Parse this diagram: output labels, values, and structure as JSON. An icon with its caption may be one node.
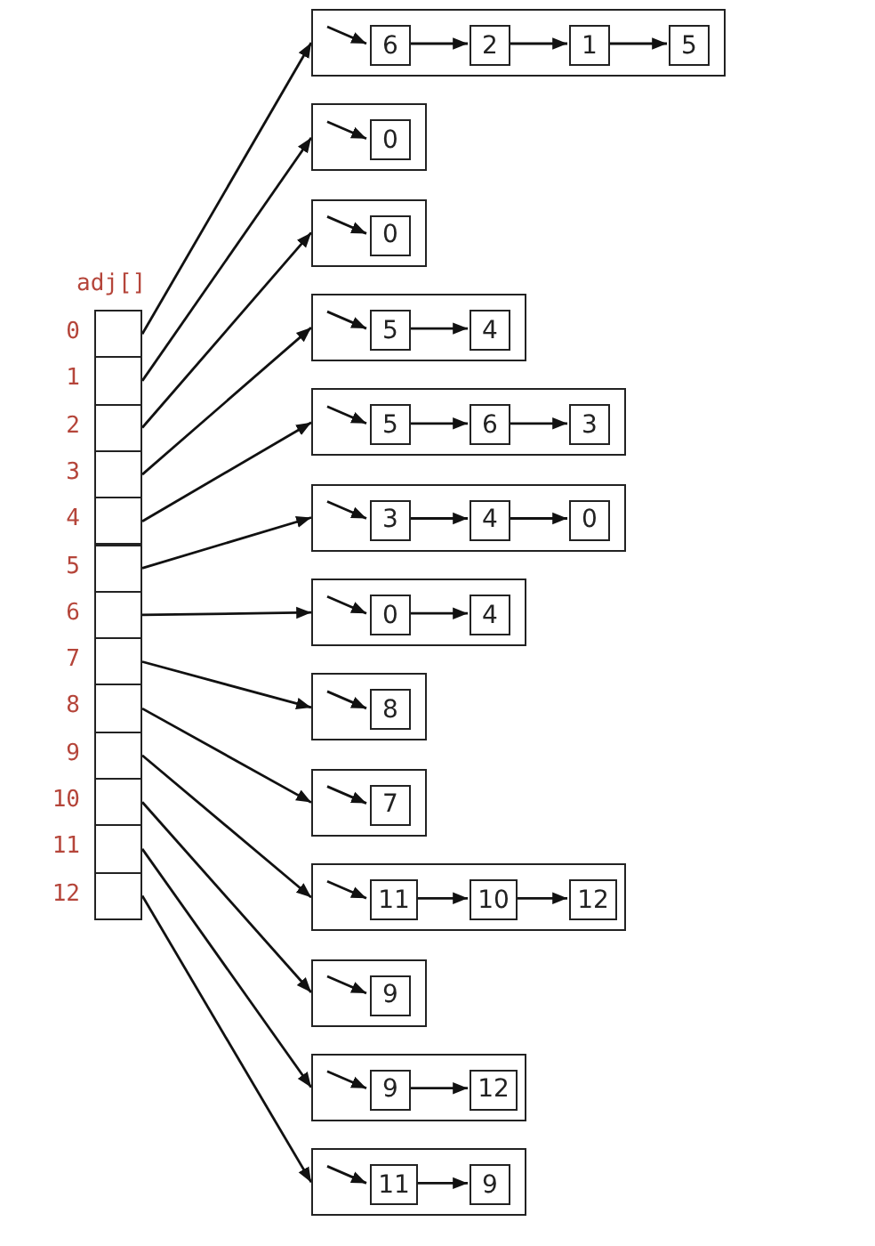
{
  "diagram": {
    "nodes": [
      {
        "text": [
          "adj[]"
        ]
      },
      {
        "text": [],
        "shape": "box",
        "in": 0,
        "beside": [
          "0"
        ]
      },
      {
        "text": [],
        "shape": "box",
        "in": 0,
        "beside": [
          "1"
        ]
      },
      {
        "text": [],
        "shape": "box",
        "in": 0,
        "beside": [
          "2"
        ]
      },
      {
        "text": [],
        "shape": "box",
        "in": 0,
        "beside": [
          "3"
        ]
      },
      {
        "text": [],
        "shape": "box",
        "in": 0,
        "beside": [
          "4"
        ]
      },
      {
        "text": [],
        "shape": "box",
        "in": 0,
        "beside": [
          "5"
        ]
      },
      {
        "text": [],
        "shape": "box",
        "in": 0,
        "beside": [
          "6"
        ]
      },
      {
        "text": [],
        "shape": "box",
        "in": 0,
        "beside": [
          "7"
        ]
      },
      {
        "text": [],
        "shape": "box",
        "in": 0,
        "beside": [
          "8"
        ]
      },
      {
        "text": [],
        "shape": "box",
        "in": 0,
        "beside": [
          "9"
        ]
      },
      {
        "text": [],
        "shape": "box",
        "in": 0,
        "beside": [
          "10"
        ]
      },
      {
        "text": [],
        "shape": "box",
        "in": 0,
        "beside": [
          "11"
        ]
      },
      {
        "text": [],
        "shape": "box",
        "in": 0,
        "beside": [
          "12"
        ]
      },
      {
        "text": [],
        "shape": "box"
      },
      {
        "text": [
          "6"
        ],
        "in": 14
      },
      {
        "text": [
          "2"
        ],
        "in": 14
      },
      {
        "text": [
          "1"
        ],
        "in": 14
      },
      {
        "text": [
          "5"
        ],
        "in": 14
      },
      {
        "text": [],
        "shape": "box"
      },
      {
        "text": [
          "0"
        ],
        "in": 19
      },
      {
        "text": [],
        "shape": "box"
      },
      {
        "text": [
          "0"
        ],
        "in": 21
      },
      {
        "text": [],
        "shape": "box"
      },
      {
        "text": [
          "5"
        ],
        "in": 23
      },
      {
        "text": [
          "4"
        ],
        "in": 23
      },
      {
        "text": [],
        "shape": "box"
      },
      {
        "text": [
          "5"
        ],
        "in": 26
      },
      {
        "text": [
          "6"
        ],
        "in": 26
      },
      {
        "text": [
          "3"
        ],
        "in": 26
      },
      {
        "text": [],
        "shape": "box"
      },
      {
        "text": [
          "3"
        ],
        "in": 30
      },
      {
        "text": [
          "4"
        ],
        "in": 30
      },
      {
        "text": [
          "0"
        ],
        "in": 30
      },
      {
        "text": [],
        "shape": "box"
      },
      {
        "text": [
          "0"
        ],
        "in": 34
      },
      {
        "text": [
          "4"
        ],
        "in": 34
      },
      {
        "text": [],
        "shape": "box"
      },
      {
        "text": [
          "8"
        ],
        "in": 37
      },
      {
        "text": [],
        "shape": "box"
      },
      {
        "text": [
          "7"
        ],
        "in": 39
      },
      {
        "text": [],
        "shape": "box"
      },
      {
        "text": [
          "11"
        ],
        "in": 41
      },
      {
        "text": [
          "10"
        ],
        "in": 41
      },
      {
        "text": [
          "12"
        ],
        "in": 41
      },
      {
        "text": [],
        "shape": "box"
      },
      {
        "text": [
          "9"
        ],
        "in": 45
      },
      {
        "text": [],
        "shape": "box"
      },
      {
        "text": [
          "9"
        ],
        "in": 47
      },
      {
        "text": [
          "12"
        ],
        "in": 47
      },
      {
        "text": [],
        "shape": "box"
      },
      {
        "text": [
          "11"
        ],
        "in": 50
      },
      {
        "text": [
          "9"
        ],
        "in": 50
      }
    ],
    "edges": [
      {
        "from": 1,
        "to": 14,
        "arrow": "to"
      },
      {
        "from": 2,
        "to": 19,
        "arrow": "to"
      },
      {
        "from": 3,
        "to": 21,
        "arrow": "to"
      },
      {
        "from": 4,
        "to": 23,
        "arrow": "to"
      },
      {
        "from": 5,
        "to": 26,
        "arrow": "to"
      },
      {
        "from": 6,
        "to": 30,
        "arrow": "to"
      },
      {
        "from": 7,
        "to": 34,
        "arrow": "to"
      },
      {
        "from": 8,
        "to": 37,
        "arrow": "to"
      },
      {
        "from": 9,
        "to": 39,
        "arrow": "to"
      },
      {
        "from": 10,
        "to": 41,
        "arrow": "to"
      },
      {
        "from": 11,
        "to": 45,
        "arrow": "to"
      },
      {
        "from": 12,
        "to": 47,
        "arrow": "to"
      },
      {
        "from": 13,
        "to": 50,
        "arrow": "to"
      },
      {
        "from": null,
        "to": 15,
        "arrow": "to"
      },
      {
        "from": 15,
        "to": 16,
        "arrow": "to"
      },
      {
        "from": 16,
        "to": 17,
        "arrow": "to"
      },
      {
        "from": 17,
        "to": 18,
        "arrow": "to"
      },
      {
        "from": null,
        "to": 20,
        "arrow": "to"
      },
      {
        "from": null,
        "to": 22,
        "arrow": "to"
      },
      {
        "from": null,
        "to": 24,
        "arrow": "to"
      },
      {
        "from": 24,
        "to": 25,
        "arrow": "to"
      },
      {
        "from": null,
        "to": 27,
        "arrow": "to"
      },
      {
        "from": 27,
        "to": 28,
        "arrow": "to"
      },
      {
        "from": 28,
        "to": 29,
        "arrow": "to"
      },
      {
        "from": null,
        "to": 31,
        "arrow": "to"
      },
      {
        "from": 31,
        "to": 32,
        "arrow": "to"
      },
      {
        "from": 32,
        "to": 33,
        "arrow": "to"
      },
      {
        "from": null,
        "to": 35,
        "arrow": "to"
      },
      {
        "from": 35,
        "to": 36,
        "arrow": "to"
      },
      {
        "from": null,
        "to": 38,
        "arrow": "to"
      },
      {
        "from": null,
        "to": 40,
        "arrow": "to"
      },
      {
        "from": null,
        "to": 42,
        "arrow": "to"
      },
      {
        "from": 42,
        "to": 43,
        "arrow": "to"
      },
      {
        "from": 43,
        "to": 44,
        "arrow": "to"
      },
      {
        "from": null,
        "to": 46,
        "arrow": "to"
      },
      {
        "from": null,
        "to": 48,
        "arrow": "to"
      },
      {
        "from": 48,
        "to": 49,
        "arrow": "to"
      },
      {
        "from": null,
        "to": 51,
        "arrow": "to"
      },
      {
        "from": 51,
        "to": 52,
        "arrow": "to"
      }
    ]
  }
}
